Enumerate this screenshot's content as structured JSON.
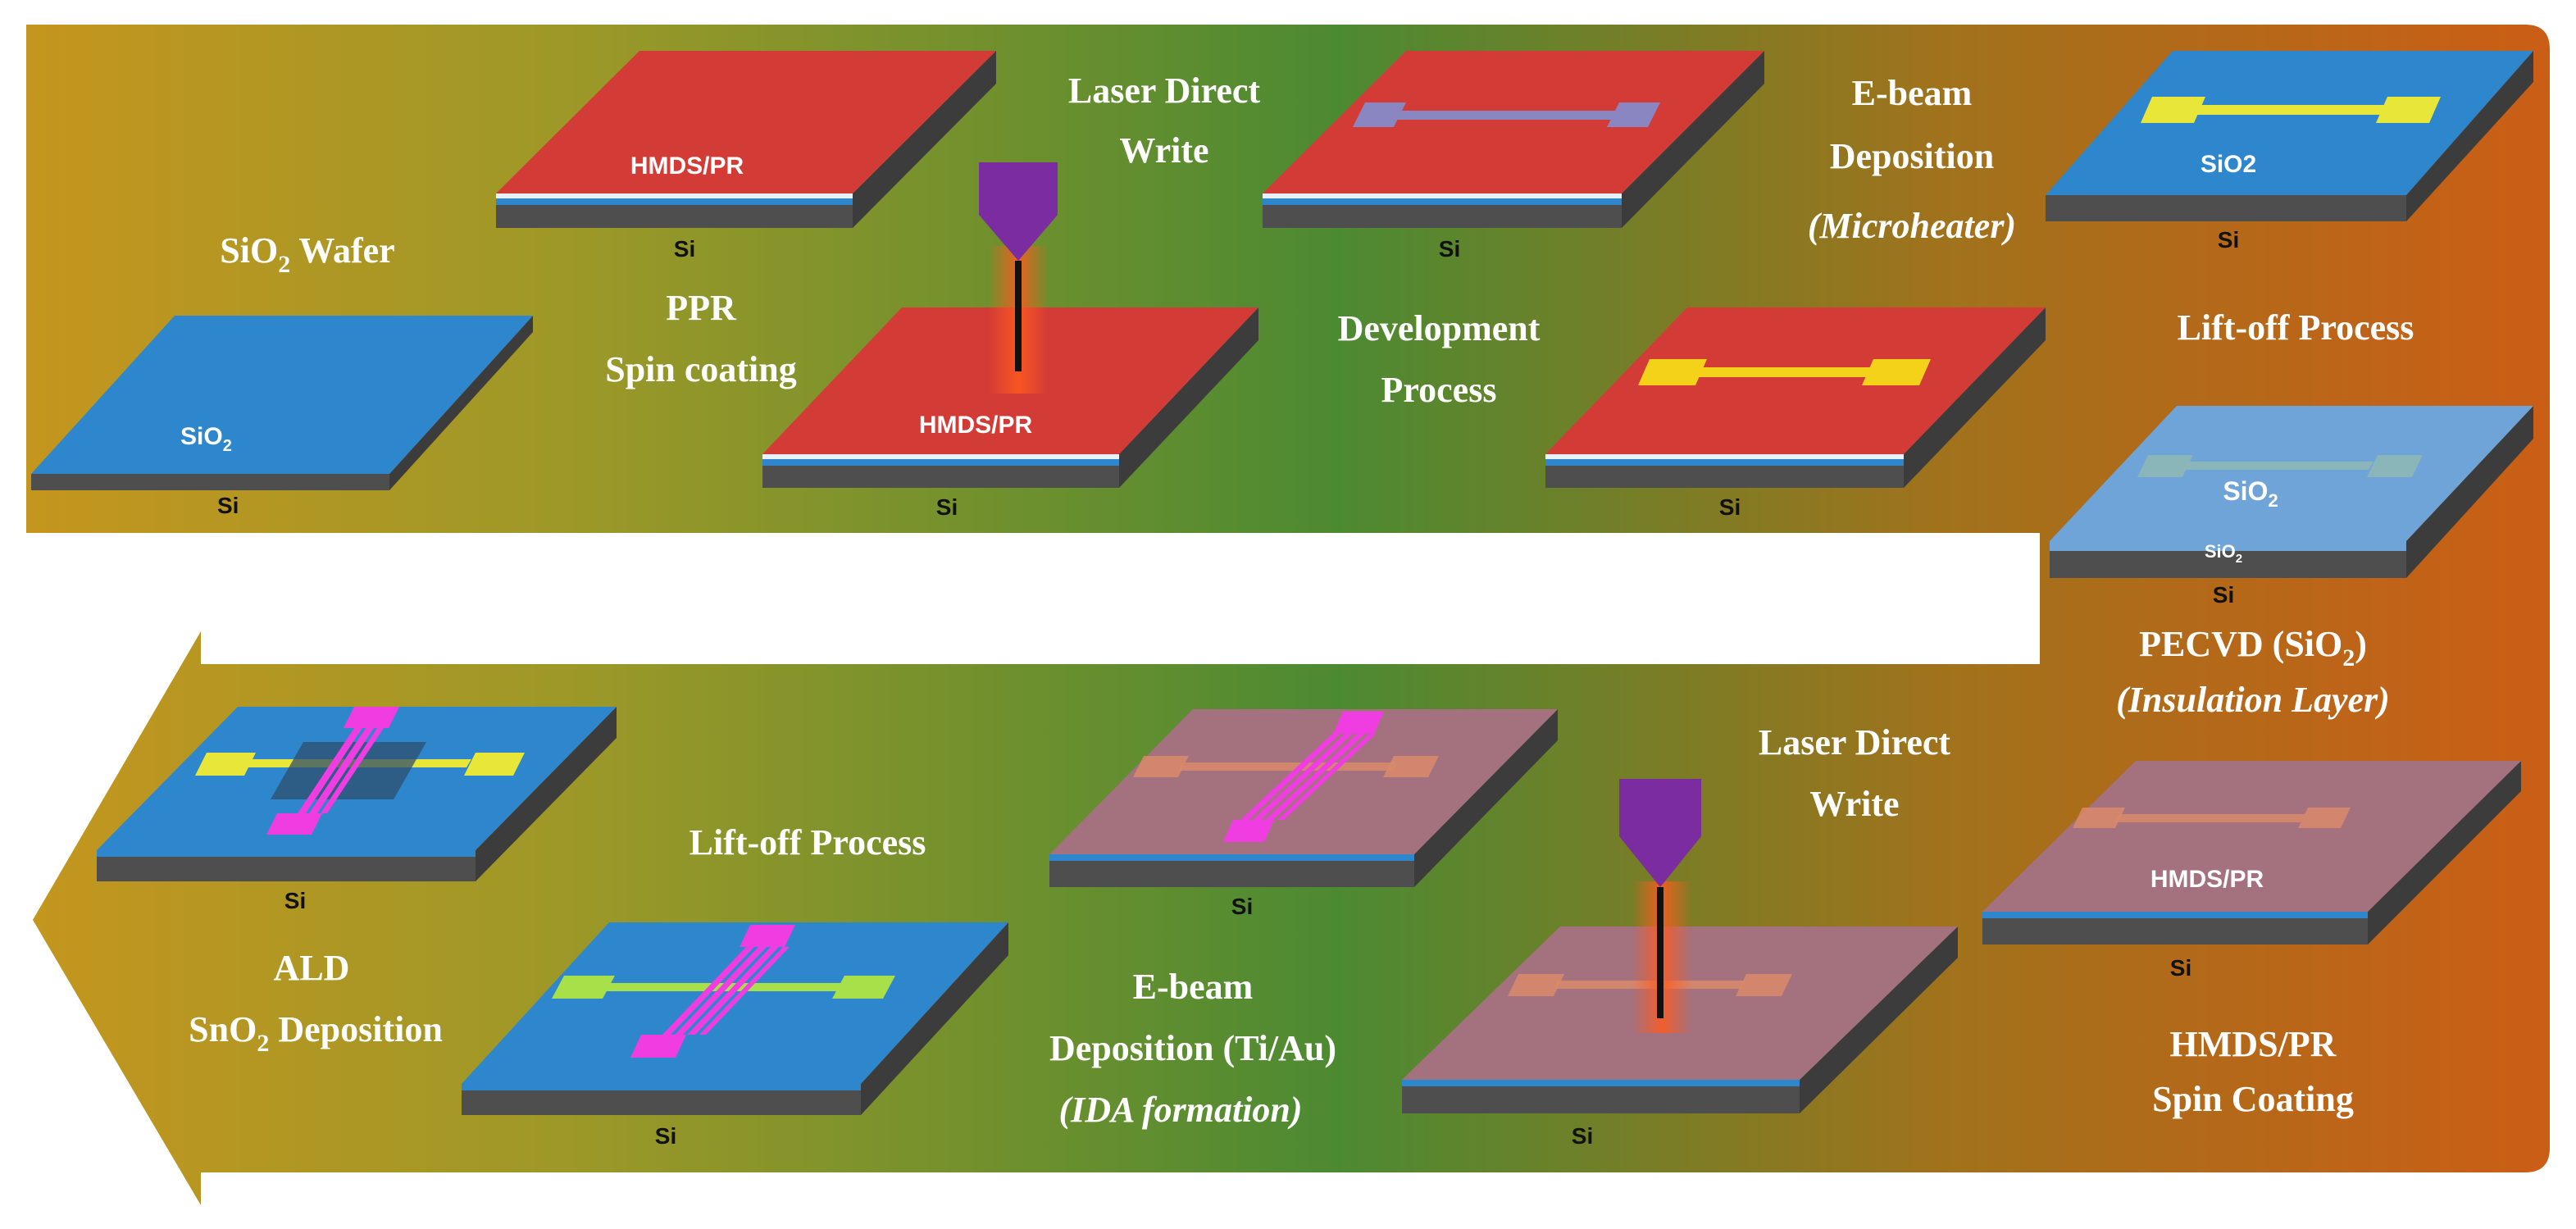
{
  "colors": {
    "band_left": "#c4961e",
    "band_mid": "#4c8a32",
    "band_right": "#cb5e16",
    "wafer_blue": "#2e86cc",
    "wafer_light_blue": "#6fa4d8",
    "wafer_red": "#d33b36",
    "wafer_mauve": "#a4717e",
    "si_gray": "#4e4e4e",
    "heater_yellow": "#e9e63a",
    "ida_magenta": "#f03de2",
    "laser_purple": "#7a2ca0"
  },
  "top_row": {
    "sio2_wafer": {
      "title": "SiO",
      "title_sub": "2",
      "title_suffix": " Wafer",
      "surface": "SiO",
      "surface_sub": "2",
      "substrate": "Si"
    },
    "spin_coat": {
      "label1": "PPR",
      "label2": "Spin coating",
      "surface": "HMDS/PR",
      "substrate": "Si"
    },
    "laser_write_1": {
      "label1": "Laser Direct",
      "label2": "Write",
      "surface": "HMDS/PR",
      "substrate": "Si"
    },
    "develop": {
      "label1": "Development",
      "label2": "Process",
      "substrate": "Si"
    },
    "ebeam_heater": {
      "label1": "E-beam",
      "label2": "Deposition",
      "label3": "(Microheater)",
      "substrate": "Si"
    },
    "liftoff_1": {
      "label": "Lift-off Process",
      "substrate": "Si"
    },
    "sio2_top": {
      "surface": "SiO2",
      "substrate": "Si"
    }
  },
  "right_column": {
    "pecvd": {
      "label_main": "PECVD (SiO",
      "label_sub": "2",
      "label_end": ")",
      "label2": "(Insulation Layer)",
      "surface": "SiO",
      "surface_sub": "2",
      "edge": "SiO",
      "edge_sub": "2",
      "substrate": "Si"
    },
    "hmds_spin": {
      "label1": "HMDS/PR",
      "label2": "Spin Coating",
      "surface": "HMDS/PR",
      "substrate": "Si"
    }
  },
  "bottom_row": {
    "laser_write_2": {
      "label1": "Laser Direct",
      "label2": "Write",
      "substrate": "Si"
    },
    "ebeam_ida": {
      "label1": "E-beam",
      "label2": "Deposition (Ti/Au)",
      "label3": "(IDA formation)",
      "substrate": "Si"
    },
    "liftoff_2": {
      "label": "Lift-off Process",
      "substrate": "Si"
    },
    "ald": {
      "label1": "ALD",
      "label2_main": "SnO",
      "label2_sub": "2",
      "label2_end": " Deposition",
      "substrate": "Si"
    }
  }
}
